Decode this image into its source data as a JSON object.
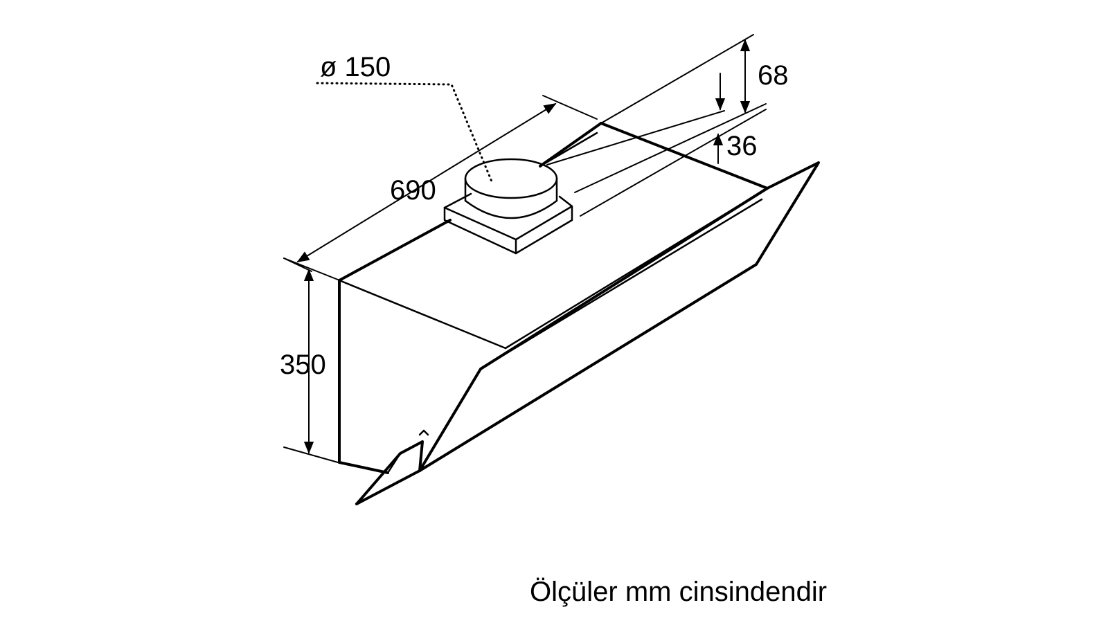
{
  "dimensions": {
    "diameter": "ø 150",
    "depth": "690",
    "height": "350",
    "top_offset": "68",
    "step": "36"
  },
  "note": "Ölçüler mm cinsindendir"
}
